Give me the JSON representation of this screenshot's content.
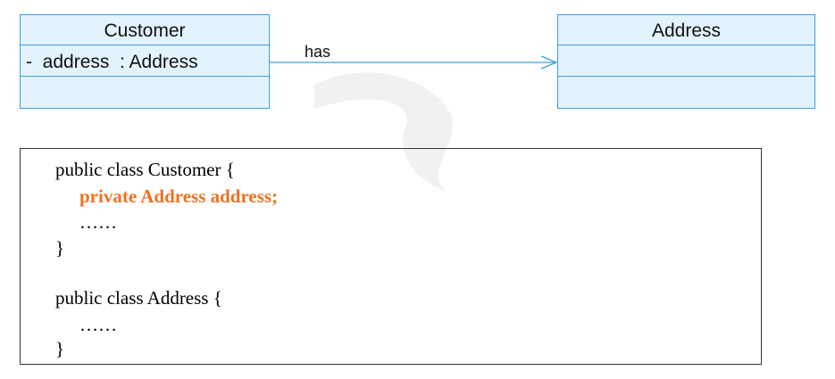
{
  "diagram": {
    "classes": {
      "customer": {
        "name": "Customer",
        "attribute": "-  address  : Address"
      },
      "address": {
        "name": "Address"
      }
    },
    "association": {
      "label": "has"
    },
    "colors": {
      "class_fill": "#e3f3fd",
      "class_border": "#3c9ee0",
      "arrow": "#3c9ee0",
      "highlight": "#ef7123"
    }
  },
  "code": {
    "lines": [
      "public class Customer {",
      "private Address address;",
      "……",
      "}",
      "public class Address {",
      "……",
      "}"
    ]
  }
}
